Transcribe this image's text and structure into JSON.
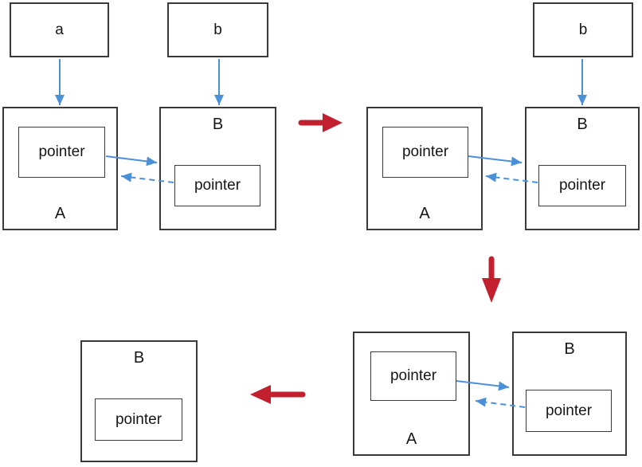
{
  "diagram": "object-reference-cycle-steps",
  "colors": {
    "blue": "#4a90d9",
    "red": "#c2202f",
    "box_border": "#3a3a3c",
    "text": "#161616",
    "background": "#ffffff"
  },
  "steps": [
    {
      "name": "step-1",
      "var_a": "a",
      "var_b": "b",
      "object_a": "A",
      "object_b": "B",
      "pointer_in_a": "pointer",
      "pointer_in_b": "pointer"
    },
    {
      "name": "step-2",
      "var_b": "b",
      "object_a": "A",
      "object_b": "B",
      "pointer_in_a": "pointer",
      "pointer_in_b": "pointer"
    },
    {
      "name": "step-3",
      "object_a": "A",
      "object_b": "B",
      "pointer_in_a": "pointer",
      "pointer_in_b": "pointer"
    },
    {
      "name": "step-4",
      "object_b": "B",
      "pointer_in_b": "pointer"
    }
  ]
}
